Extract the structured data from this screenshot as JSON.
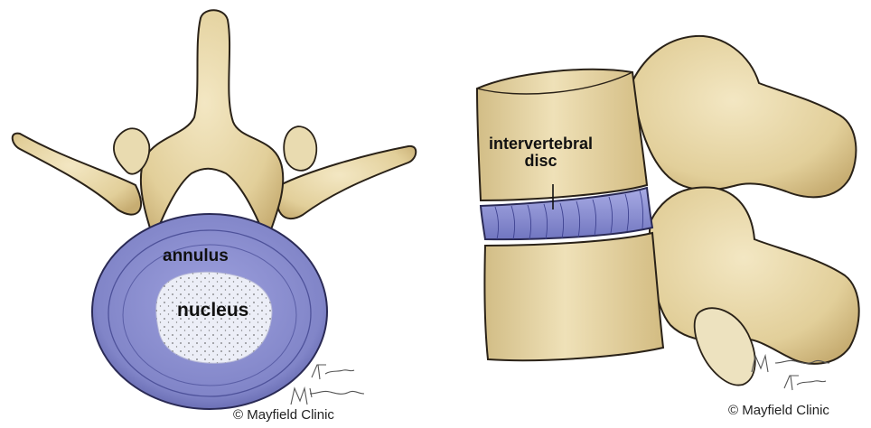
{
  "left_figure": {
    "labels": {
      "annulus": "annulus",
      "nucleus": "nucleus"
    },
    "credit": "© Mayfield Clinic",
    "signature_text": "T.Hiner  M Hendwork"
  },
  "right_figure": {
    "labels": {
      "disc_line1": "intervertebral",
      "disc_line2": "disc"
    },
    "credit": "© Mayfield Clinic",
    "signature_text": "M Hendwork  T.Hiner"
  },
  "colors": {
    "bone": "#e6d5a6",
    "bone_shadow": "#c9b27a",
    "disc_annulus": "#8c8fd0",
    "disc_annulus_dark": "#6064ad",
    "nucleus": "#e9eaf2",
    "outline": "#2a2218"
  }
}
